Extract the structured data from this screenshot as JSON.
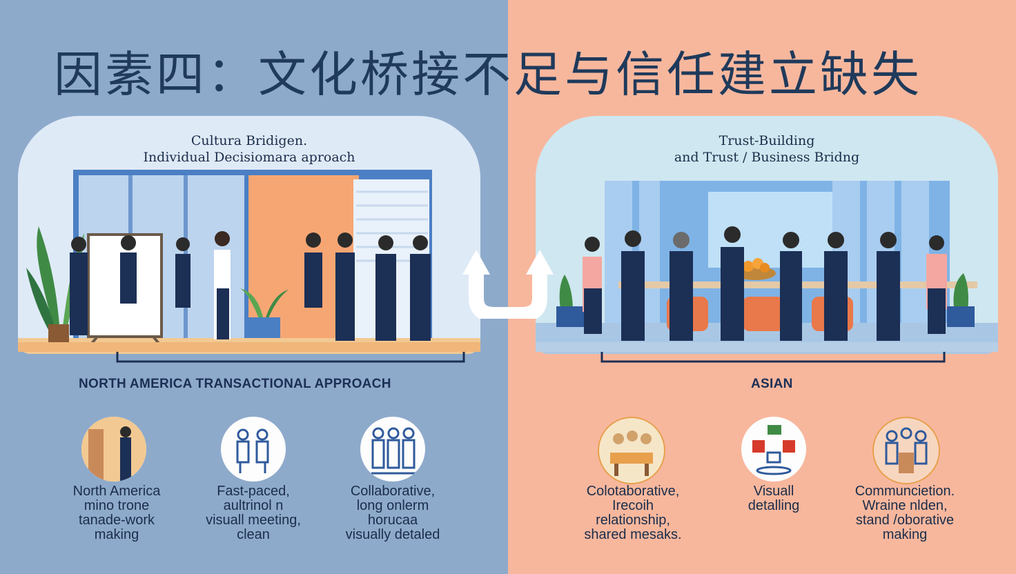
{
  "title": "因素四：文化桥接不足与信任建立缺失",
  "left_panel": {
    "heading_line1": "Cultura Bridigen.",
    "heading_line2": "Individual Decisiomara aproach",
    "region_label": "NORTH AMERICA TRANSACTIONAL APPROACH",
    "icons": [
      {
        "icon": "businessman-doorway-icon",
        "caption": [
          "North America",
          "mino trone",
          "tanade-work",
          "making"
        ]
      },
      {
        "icon": "team-meeting-icon",
        "caption": [
          "Fast-paced,",
          "aultrinol n",
          "visuall meeting,",
          "clean"
        ]
      },
      {
        "icon": "group-collaboration-icon",
        "caption": [
          "Collaborative,",
          "long onlerm",
          "horucaa",
          "visually detaled"
        ]
      }
    ]
  },
  "right_panel": {
    "heading_line1": "Trust-Building",
    "heading_line2": "and Trust / Business Bridng",
    "region_label": "ASIAN",
    "icons": [
      {
        "icon": "shared-meal-icon",
        "caption": [
          "Colotaborative,",
          "Irecoih",
          "relationship,",
          "shared mesaks."
        ]
      },
      {
        "icon": "tea-ceremony-icon",
        "caption": [
          "Visuall",
          "detalling"
        ]
      },
      {
        "icon": "communication-group-icon",
        "caption": [
          "Communcietion.",
          "Wraine nlden,",
          "stand /oborative",
          "making"
        ]
      }
    ]
  },
  "colors": {
    "left_bg": "#8eaacb",
    "right_bg": "#f7b79d",
    "title_color": "#1f3a5b",
    "navy": "#1c2f55"
  }
}
